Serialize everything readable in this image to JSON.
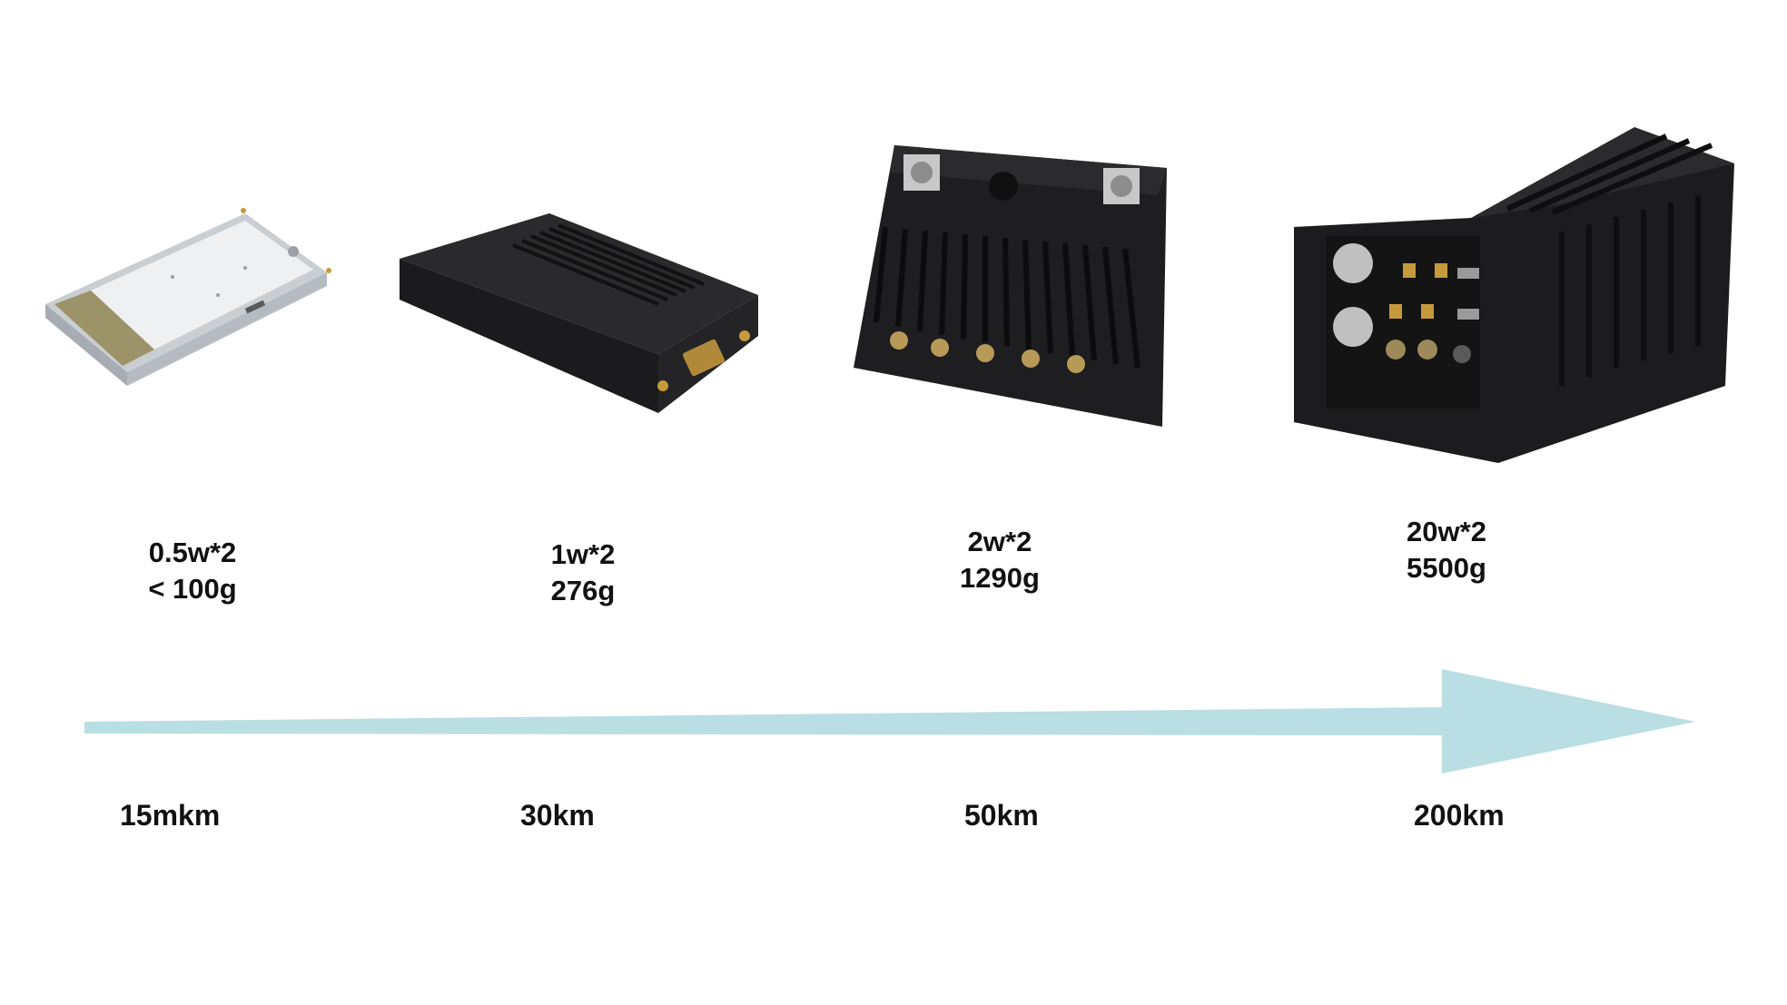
{
  "colors": {
    "arrow_fill": "#b9dee3",
    "device_dark": "#1b1b1d",
    "board_light": "#e9ecef"
  },
  "products": [
    {
      "power": "0.5w*2",
      "weight": "< 100g",
      "range": "15mkm",
      "image": "pcb-module"
    },
    {
      "power": "1w*2",
      "weight": "276g",
      "range": "30km",
      "image": "compact-black-radio"
    },
    {
      "power": "2w*2",
      "weight": "1290g",
      "range": "50km",
      "image": "finned-radio-with-antennas"
    },
    {
      "power": "20w*2",
      "weight": "5500g",
      "range": "200km",
      "image": "large-ground-station"
    }
  ]
}
